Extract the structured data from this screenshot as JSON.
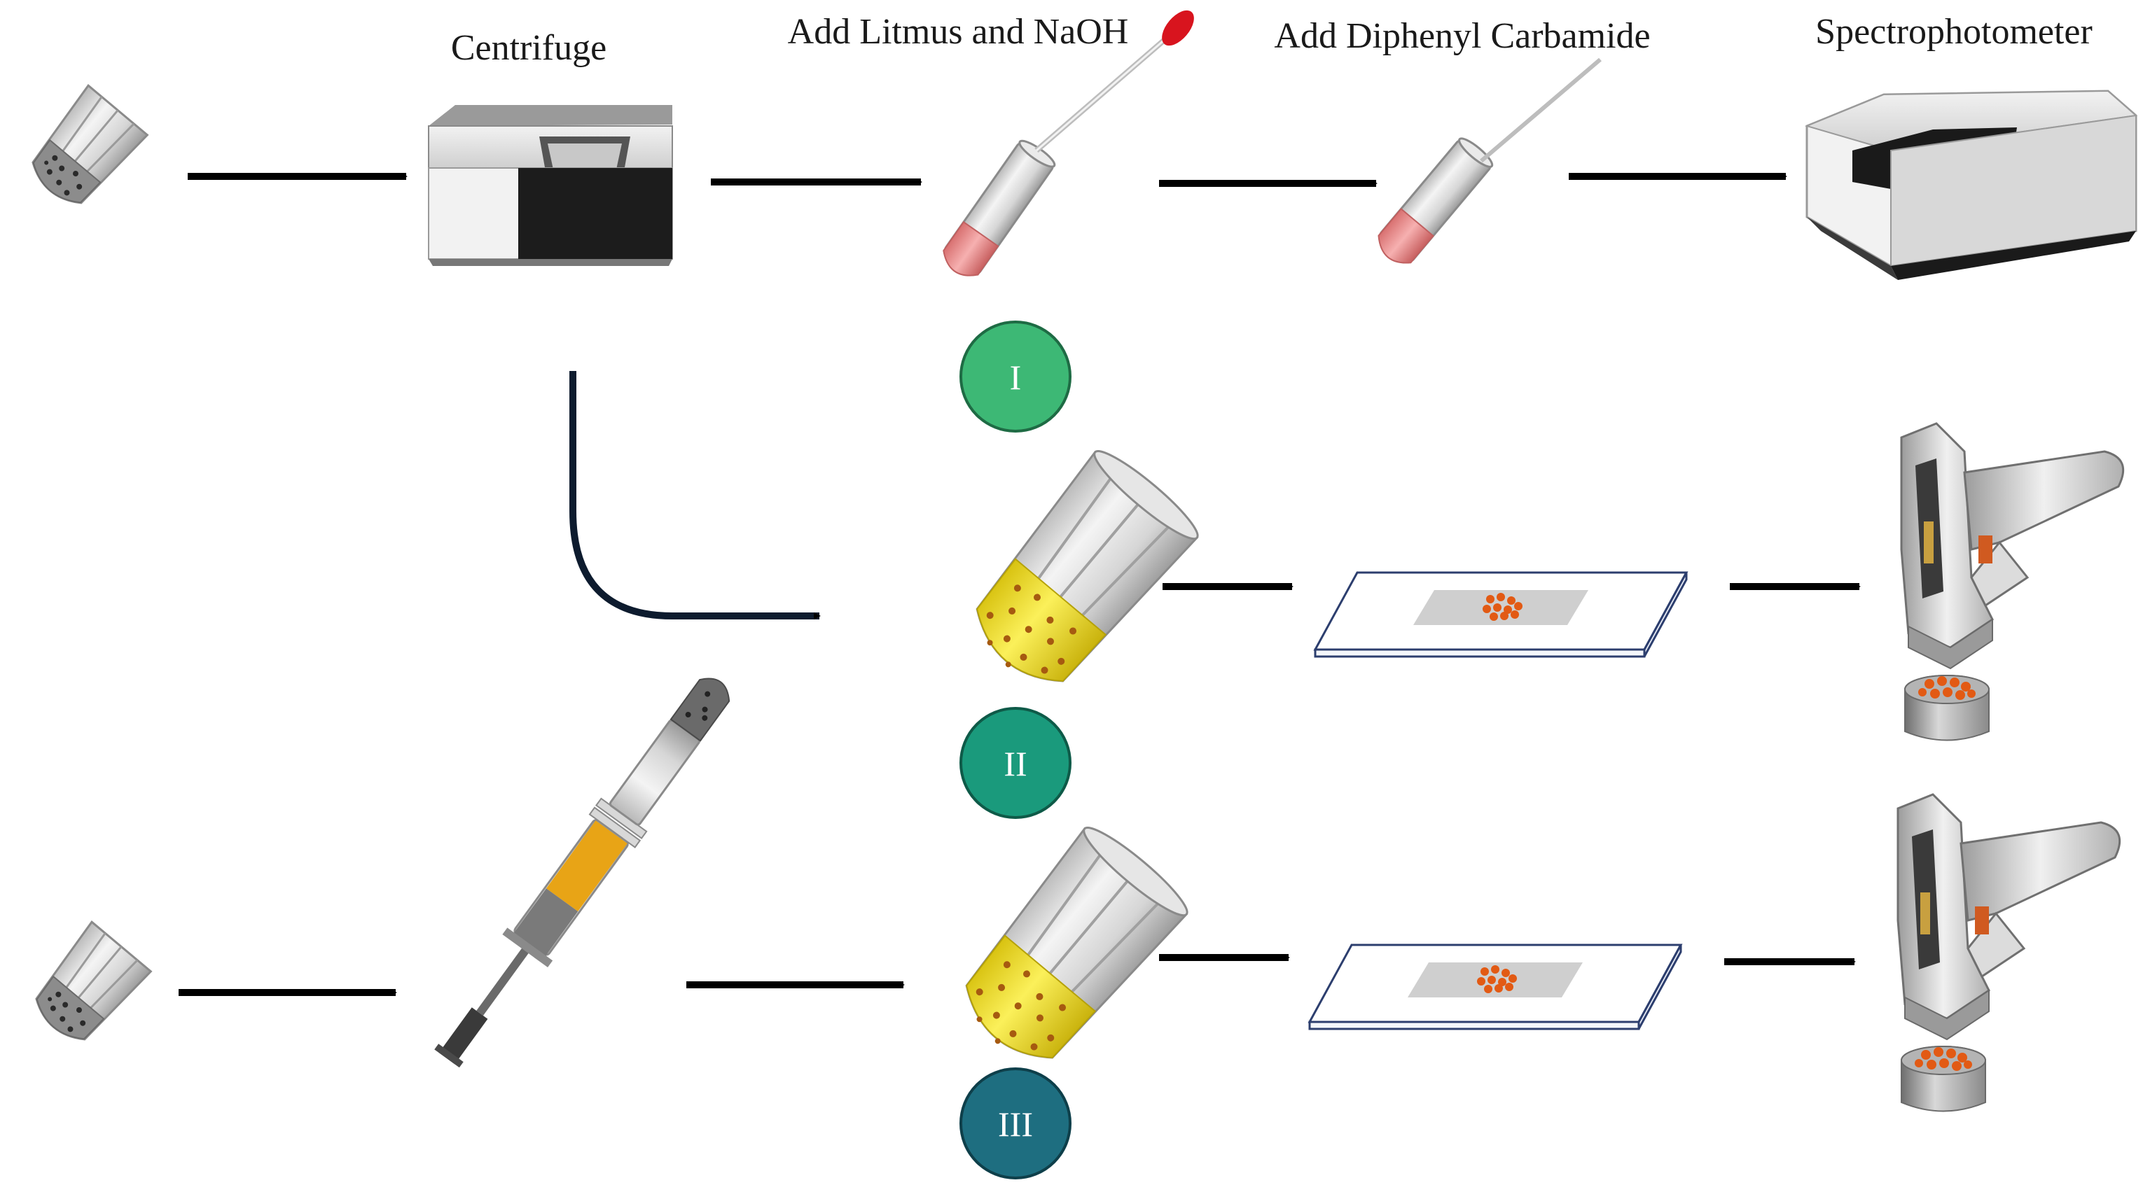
{
  "labels": {
    "centrifuge": "Centrifuge",
    "add_litmus": "Add Litmus and NaOH",
    "add_diphenyl": "Add Diphenyl Carbamide",
    "spectrophotometer": "Spectrophotometer"
  },
  "methods": [
    {
      "numeral": "I",
      "color": "#3db875"
    },
    {
      "numeral": "II",
      "color": "#1a9a7c"
    },
    {
      "numeral": "III",
      "color": "#1e6e80"
    }
  ],
  "colors": {
    "liquid_pink": "#e88a8a",
    "liquid_yellow": "#f0dc1a",
    "syringe_amber": "#e8a416",
    "particle_orange": "#e25a14",
    "dropper_red": "#d8141e",
    "arrow": "#000000",
    "curve_arrow": "#0d1b2e"
  }
}
